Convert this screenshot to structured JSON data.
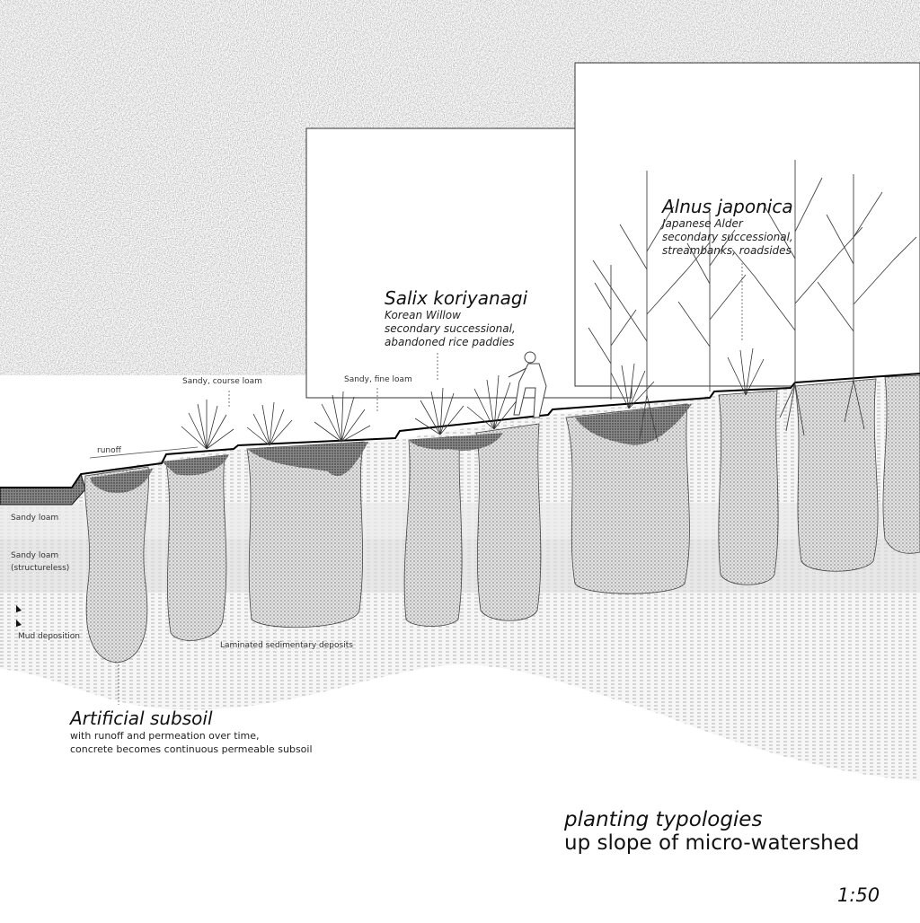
{
  "species": {
    "salix": {
      "name": "Salix koriyanagi",
      "common": "Korean Willow",
      "line2": "secondary successional,",
      "line3": "abandoned rice paddies"
    },
    "alnus": {
      "name": "Alnus japonica",
      "common": "Japanese Alder",
      "line2": "secondary successional,",
      "line3": "streambanks, roadsides"
    }
  },
  "soil_labels": {
    "sandy_course_loam": "Sandy, course loam",
    "sandy_fine_loam": "Sandy, fine loam",
    "runoff": "runoff",
    "sandy_loam": "Sandy loam",
    "sandy_loam_structureless_1": "Sandy loam",
    "sandy_loam_structureless_2": "(structureless)",
    "mud_deposition": "Mud deposition",
    "laminated": "Laminated sedimentary deposits"
  },
  "subsoil": {
    "title": "Artificial subsoil",
    "line1": "with runoff and permeation over time,",
    "line2": "concrete becomes continuous permeable subsoil"
  },
  "title": {
    "line1": "planting typologies",
    "line2": "up slope of micro-watershed"
  },
  "scale": "1:50",
  "colors": {
    "ink": "#111111",
    "soil_fill": "#ededed",
    "column_fill": "#d9d9d9",
    "sky_noise": "#9a9a9a"
  }
}
